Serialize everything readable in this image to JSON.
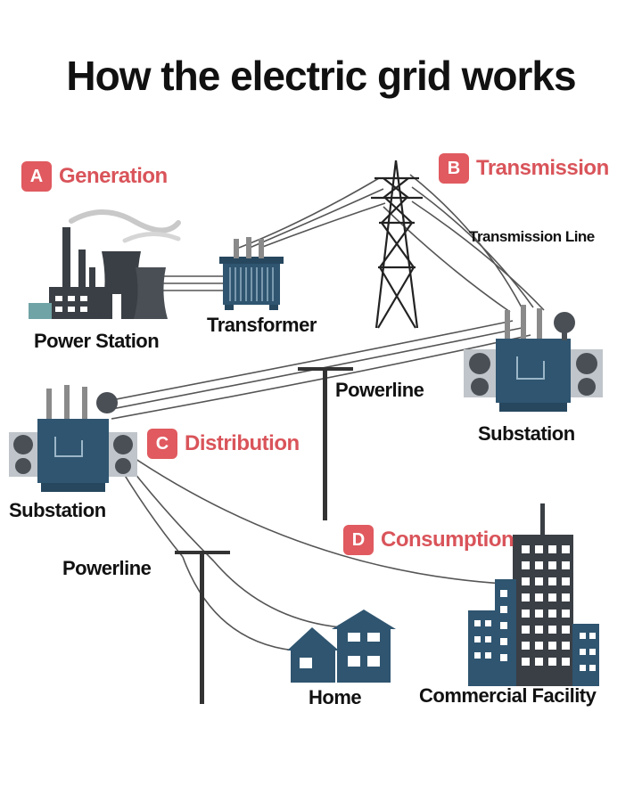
{
  "title": "How the electric grid works",
  "sections": {
    "generation": {
      "letter": "A",
      "label": "Generation"
    },
    "transmission": {
      "letter": "B",
      "label": "Transmission"
    },
    "distribution": {
      "letter": "C",
      "label": "Distribution"
    },
    "consumption": {
      "letter": "D",
      "label": "Consumption"
    }
  },
  "labels": {
    "power_station": "Power Station",
    "transformer": "Transformer",
    "transmission_line": "Transmission Line",
    "powerline_top": "Powerline",
    "substation_right": "Substation",
    "substation_left": "Substation",
    "powerline_bottom": "Powerline",
    "home": "Home",
    "commercial_facility": "Commercial Facility"
  },
  "colors": {
    "accent": "#e05a5f",
    "equipment": "#2f5570",
    "dark": "#3a3f45",
    "wire": "#555555"
  }
}
